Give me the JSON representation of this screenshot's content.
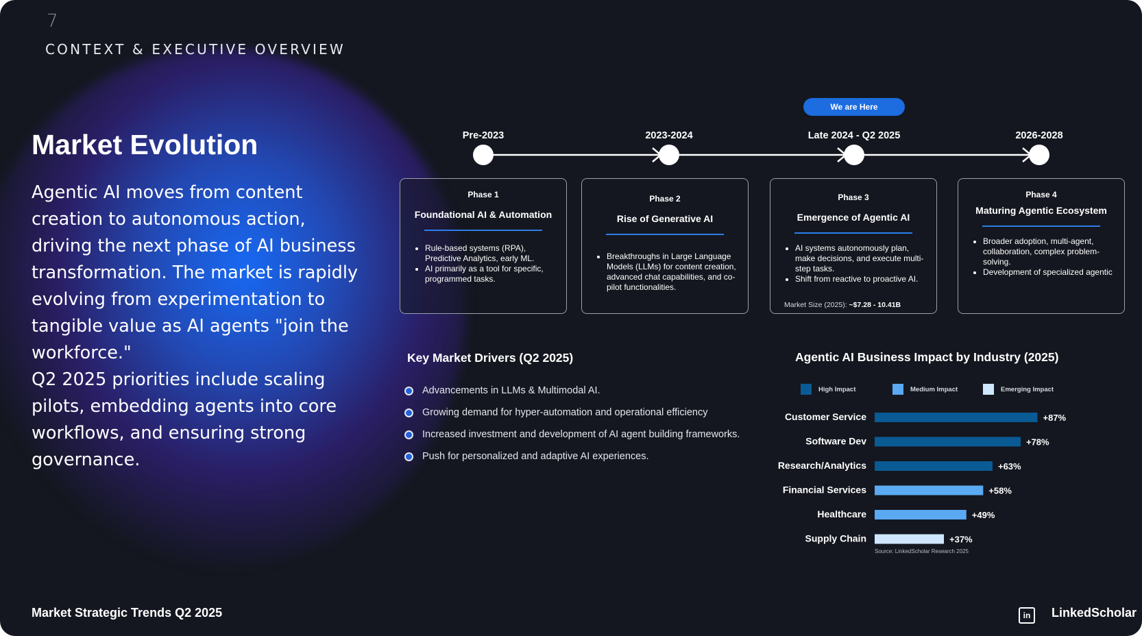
{
  "header": {
    "page_number": "7",
    "section": "CONTEXT & EXECUTIVE OVERVIEW"
  },
  "main": {
    "title": "Market Evolution",
    "paragraph1": "Agentic AI moves from content creation to autonomous action, driving the next phase of AI business transformation. The market is rapidly evolving from experimentation to tangible value as AI agents \"join the workforce.\"",
    "paragraph2": "Q2 2025 priorities include scaling pilots, embedding agents into core workflows, and ensuring strong governance."
  },
  "timeline": {
    "current_marker": "We are Here",
    "periods": [
      "Pre-2023",
      "2023-2024",
      "Late 2024 - Q2 2025",
      "2026-2028"
    ],
    "phases": [
      {
        "label": "Phase 1",
        "name": "Foundational AI & Automation",
        "bullets": [
          "Rule-based systems (RPA), Predictive Analytics, early ML.",
          "AI primarily as a tool for specific, programmed tasks."
        ]
      },
      {
        "label": "Phase 2",
        "name": "Rise of Generative AI",
        "bullets": [
          "Breakthroughs in Large Language Models (LLMs) for content creation, advanced chat capabilities, and co-pilot functionalities."
        ]
      },
      {
        "label": "Phase 3",
        "name": "Emergence of Agentic AI",
        "bullets": [
          "AI systems autonomously plan, make decisions, and execute multi-step tasks.",
          "Shift from reactive to proactive AI."
        ],
        "market_label": "Market Size (2025):",
        "market_value": "~$7.28 - 10.41B"
      },
      {
        "label": "Phase 4",
        "name": "Maturing Agentic Ecosystem",
        "bullets": [
          "Broader adoption, multi-agent, collaboration, complex problem-solving.",
          "Development of specialized agentic"
        ]
      }
    ]
  },
  "drivers": {
    "title": "Key Market Drivers (Q2 2025)",
    "items": [
      "Advancements in LLMs & Multimodal AI.",
      "Growing demand for hyper-automation and operational efficiency",
      "Increased investment and development of AI agent building frameworks.",
      "Push for personalized and adaptive AI experiences."
    ]
  },
  "chart": {
    "source": "Source: LinkedScholar Research 2025",
    "colors": {
      "high": "#0a5a94",
      "medium": "#5aa9f2",
      "emerging": "#cfe6ff"
    }
  },
  "chart_data": {
    "type": "bar",
    "orientation": "horizontal",
    "title": "Agentic AI Business Impact by Industry (2025)",
    "legend": [
      "High Impact",
      "Medium Impact",
      "Emerging Impact"
    ],
    "categories": [
      "Customer Service",
      "Software Dev",
      "Research/Analytics",
      "Financial Services",
      "Healthcare",
      "Supply Chain"
    ],
    "values": [
      87,
      78,
      63,
      58,
      49,
      37
    ],
    "labels": [
      "+87%",
      "+78%",
      "+63%",
      "+58%",
      "+49%",
      "+37%"
    ],
    "impact_level": [
      "High Impact",
      "High Impact",
      "High Impact",
      "Medium Impact",
      "Medium Impact",
      "Emerging Impact"
    ],
    "grid": false,
    "legend_position": "top"
  },
  "footer": {
    "left": "Market Strategic Trends Q2 2025",
    "brand": "LinkedScholar",
    "brand_icon": "linkedin-icon"
  }
}
